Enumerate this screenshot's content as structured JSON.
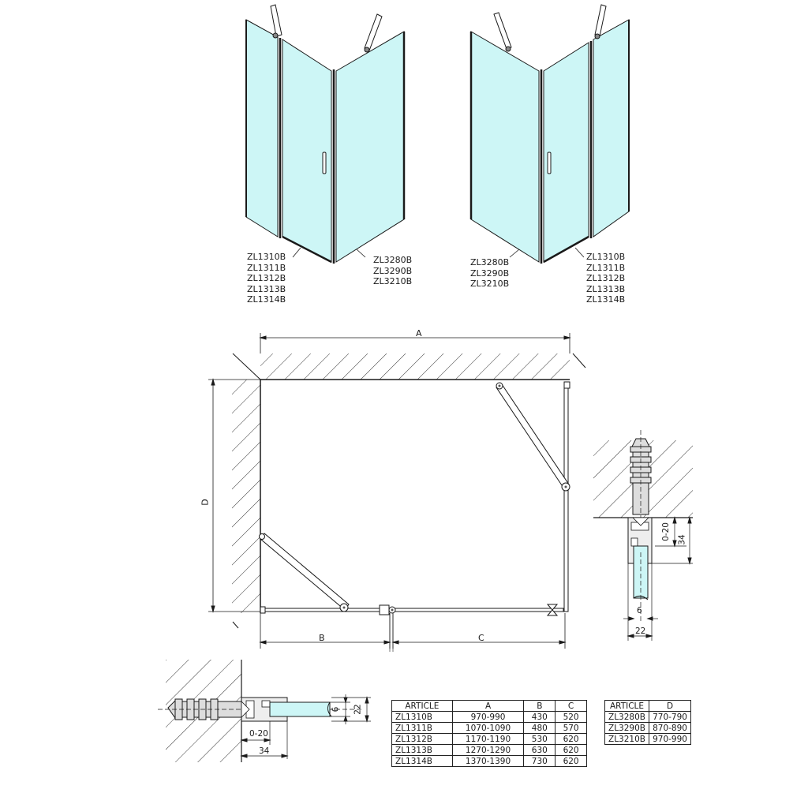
{
  "perspective_labels": {
    "left_door_articles": [
      "ZL1310B",
      "ZL1311B",
      "ZL1312B",
      "ZL1313B",
      "ZL1314B"
    ],
    "left_side_articles": [
      "ZL3280B",
      "ZL3290B",
      "ZL3210B"
    ],
    "right_side_articles": [
      "ZL3280B",
      "ZL3290B",
      "ZL3210B"
    ],
    "right_door_articles": [
      "ZL1310B",
      "ZL1311B",
      "ZL1312B",
      "ZL1313B",
      "ZL1314B"
    ]
  },
  "plan": {
    "dim_a": "A",
    "dim_b": "B",
    "dim_c": "C",
    "dim_d": "D"
  },
  "detail_right": {
    "adjust": "0-20",
    "depth": "34",
    "glass": "6",
    "width": "22"
  },
  "detail_bottom": {
    "adjust": "0-20",
    "depth": "34",
    "glass": "6",
    "width": "22"
  },
  "table_doors": {
    "headers": [
      "ARTICLE",
      "A",
      "B",
      "C"
    ],
    "rows": [
      [
        "ZL1310B",
        "970-990",
        "430",
        "520"
      ],
      [
        "ZL1311B",
        "1070-1090",
        "480",
        "570"
      ],
      [
        "ZL1312B",
        "1170-1190",
        "530",
        "620"
      ],
      [
        "ZL1313B",
        "1270-1290",
        "630",
        "620"
      ],
      [
        "ZL1314B",
        "1370-1390",
        "730",
        "620"
      ]
    ]
  },
  "table_sides": {
    "headers": [
      "ARTICLE",
      "D"
    ],
    "rows": [
      [
        "ZL3280B",
        "770-790"
      ],
      [
        "ZL3290B",
        "870-890"
      ],
      [
        "ZL3210B",
        "970-990"
      ]
    ]
  },
  "colors": {
    "glass": "#cdf6f6",
    "glass_dark": "#a9e6e6",
    "line": "#1a1a1a",
    "hatch": "#333333"
  }
}
